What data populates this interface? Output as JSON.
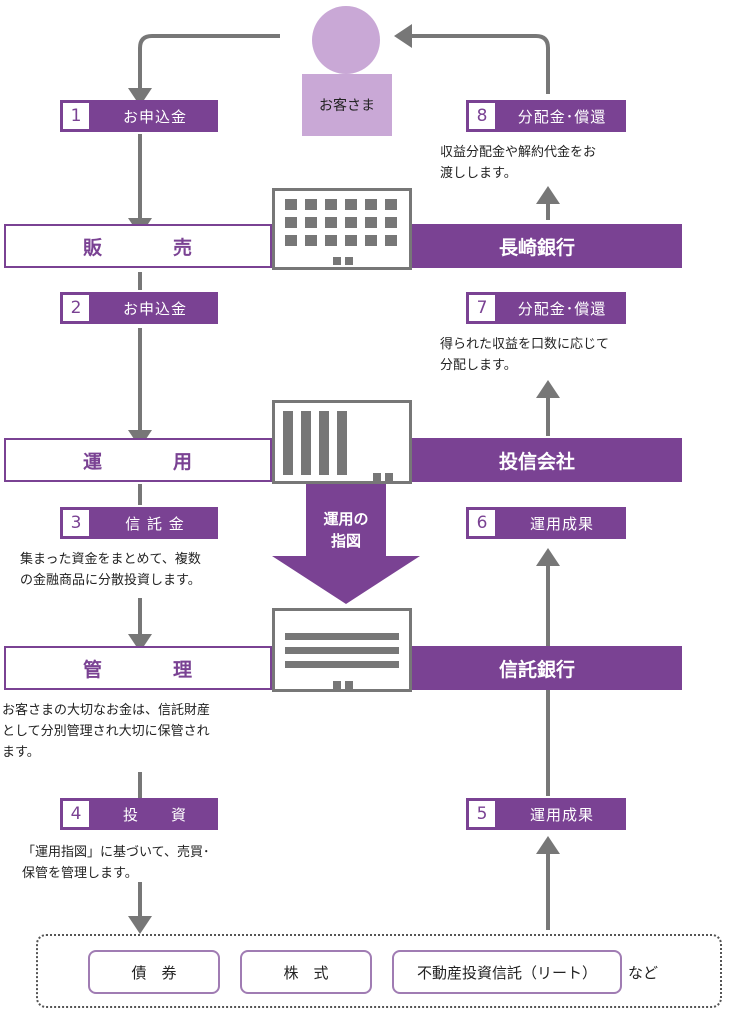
{
  "customer": {
    "label": "お客さま"
  },
  "steps": [
    {
      "num": "1",
      "label": "お申込金"
    },
    {
      "num": "2",
      "label": "お申込金"
    },
    {
      "num": "3",
      "label": "信 託 金"
    },
    {
      "num": "4",
      "label": "投　　資"
    },
    {
      "num": "5",
      "label": "運用成果"
    },
    {
      "num": "6",
      "label": "運用成果"
    },
    {
      "num": "7",
      "label": "分配金･償還"
    },
    {
      "num": "8",
      "label": "分配金･償還"
    }
  ],
  "bands": [
    {
      "role_a": "販",
      "role_b": "売",
      "entity": "長崎銀行"
    },
    {
      "role_a": "運",
      "role_b": "用",
      "entity": "投信会社"
    },
    {
      "role_a": "管",
      "role_b": "理",
      "entity": "信託銀行"
    }
  ],
  "notes": {
    "step8_line1": "収益分配金や解約代金をお",
    "step8_line2": "渡しします。",
    "step7_line1": "得られた収益を口数に応じて",
    "step7_line2": "分配します。",
    "step3_line1": "集まった資金をまとめて、複数",
    "step3_line2": "の金融商品に分散投資します。",
    "kanri_line1": "お客さまの大切なお金は、信託財産",
    "kanri_line2": "として分別管理され大切に保管され",
    "kanri_line3": "ます。",
    "step4_line1": "「運用指図」に基づいて、売買･",
    "step4_line2": "保管を管理します。"
  },
  "instruction": {
    "line1": "運用の",
    "line2": "指図"
  },
  "assets": [
    "債　券",
    "株　式",
    "不動産投資信託（リート）"
  ],
  "assets_suffix": "など",
  "colors": {
    "purple": "#7a4293",
    "light_purple": "#c9a8d6",
    "gray": "#777777"
  }
}
